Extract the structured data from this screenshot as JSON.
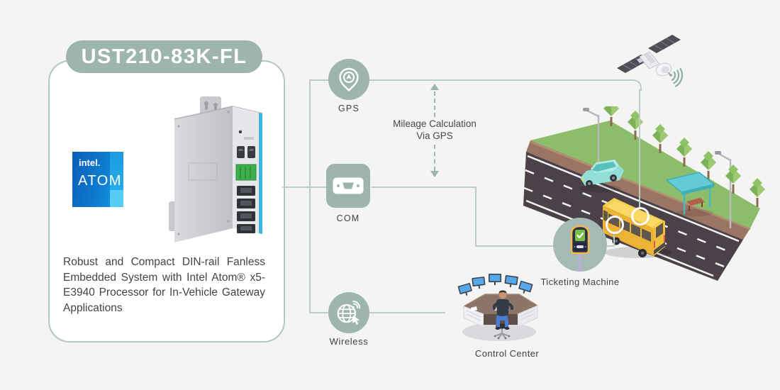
{
  "card": {
    "title": "UST210-83K-FL",
    "description": "Robust and Compact DIN-rail Fanless Embedded System with Intel Atom® x5-E3940 Processor for In-Vehicle Gateway Applications",
    "intel_badge": {
      "brand": "intel.",
      "product": "ATOM"
    }
  },
  "nodes": {
    "gps": {
      "label": "GPS"
    },
    "com": {
      "label": "COM"
    },
    "wireless": {
      "label": "Wireless"
    }
  },
  "annotations": {
    "mileage_line1": "Mileage Calculation",
    "mileage_line2": "Via GPS",
    "ticketing_label": "Ticketing Machine",
    "control_label": "Control Center"
  },
  "colors": {
    "accent_sage": "#9db5ae",
    "connector_line": "#bccdc8",
    "intel_blue": "#0a5fb6",
    "intel_light_blue": "#2db4ee",
    "bus_yellow": "#edb334",
    "car_teal": "#93dfd8",
    "shelter_teal": "#64cbd4",
    "road_gray": "#4b4148",
    "verge_green": "#8cbd6b",
    "text_dark": "#3f4448"
  },
  "icons": {
    "gps": "map-pin-compass",
    "com": "serial-port",
    "wireless": "globe-wifi-cursor",
    "satellite": "gps-satellite",
    "ticketing": "ticket-validator",
    "control": "control-desk-operator"
  }
}
